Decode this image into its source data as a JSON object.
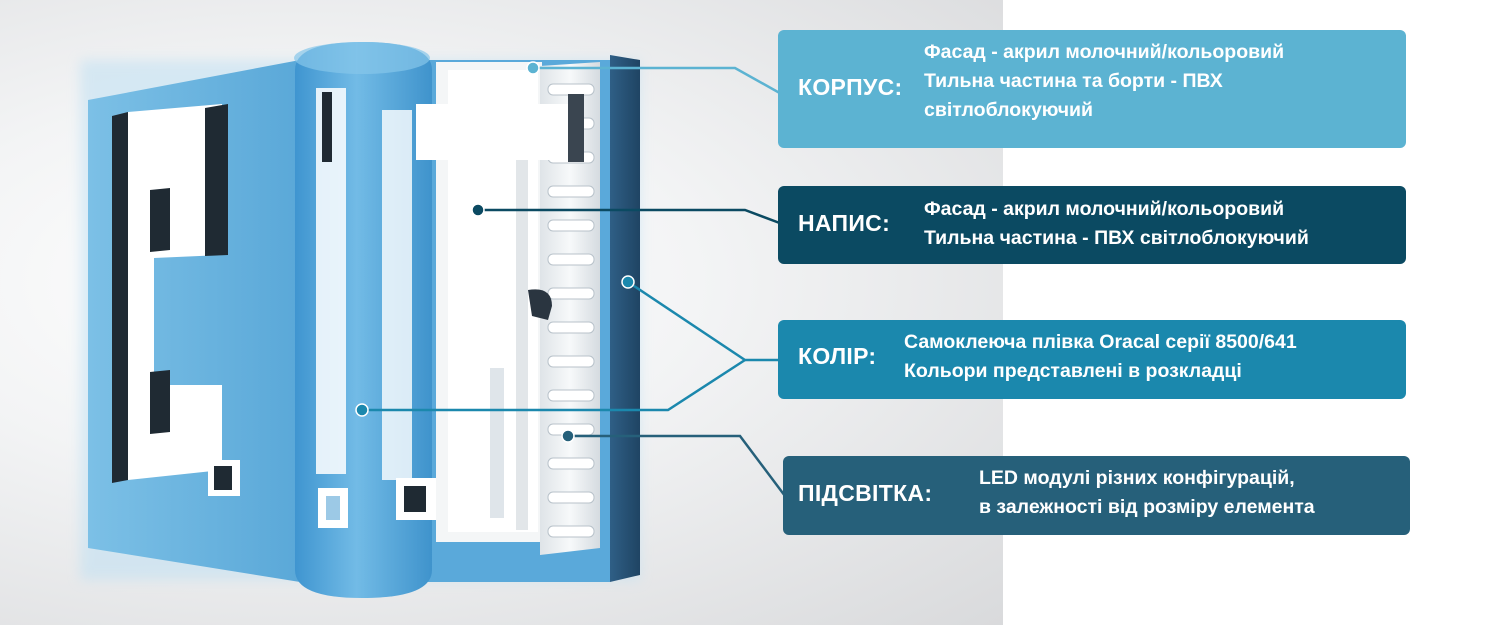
{
  "callouts": [
    {
      "label": "КОРПУС:",
      "lines": [
        "Фасад - акрил молочний/кольоровий",
        "Тильна частина та борти - ПВХ",
        "світлоблокуючий"
      ],
      "color": "#5cb3d2"
    },
    {
      "label": "НАПИС:",
      "lines": [
        "Фасад - акрил молочний/кольоровий",
        "Тильна частина - ПВХ світлоблокуючий"
      ],
      "color": "#0b4a62"
    },
    {
      "label": "КОЛІР:",
      "lines": [
        "Самоклеюча плівка Oracal серії 8500/641",
        "Кольори представлені в розкладці"
      ],
      "color": "#1b88ad"
    },
    {
      "label": "ПІДСВІТКА:",
      "lines": [
        "LED модулі різних конфігурацій,",
        "в залежності від розміру елемента"
      ],
      "color": "#26607a"
    }
  ],
  "colors": {
    "box_blue": "#6bb4df",
    "cylinder_blue": "#4fa3da",
    "led_panel": "#eef1f2",
    "letter_white": "#ffffff",
    "letter_dark": "#1f2a33"
  }
}
